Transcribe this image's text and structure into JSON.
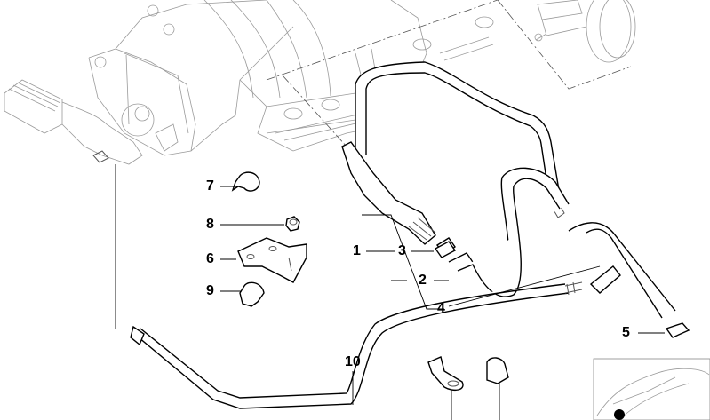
{
  "diagram": {
    "type": "exploded-parts-diagram",
    "callouts": [
      {
        "id": "1",
        "label": "1"
      },
      {
        "id": "2",
        "label": "2"
      },
      {
        "id": "3",
        "label": "3"
      },
      {
        "id": "4",
        "label": "4"
      },
      {
        "id": "5",
        "label": "5"
      },
      {
        "id": "6",
        "label": "6"
      },
      {
        "id": "7",
        "label": "7"
      },
      {
        "id": "8",
        "label": "8"
      },
      {
        "id": "9",
        "label": "9"
      },
      {
        "id": "10",
        "label": "10"
      }
    ],
    "colors": {
      "line": "#000000",
      "faint": "#9a9a9a",
      "marker": "#000000"
    }
  }
}
